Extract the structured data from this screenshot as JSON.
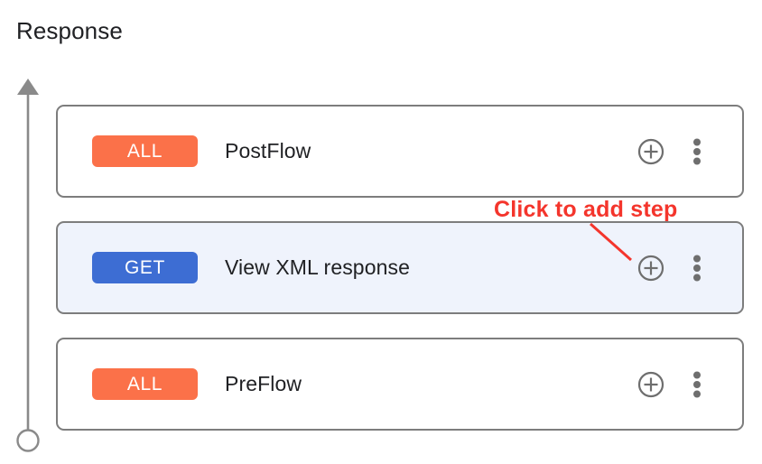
{
  "page": {
    "title": "Response",
    "background_color": "#ffffff"
  },
  "flow_axis": {
    "name": "flow-direction-arrow",
    "direction": "up",
    "line_color": "#8a8a8a",
    "start_marker": "hollow-circle",
    "end_marker": "arrowhead"
  },
  "colors": {
    "badge_all": "#fb7149",
    "badge_get": "#3d6dd3",
    "card_border": "#7d7d7d",
    "selected_row_background": "#eff3fc",
    "icon_gray": "#6e6e6e",
    "annotation_red": "#f4352c",
    "text_primary": "#202124"
  },
  "steps": [
    {
      "badge": "ALL",
      "badge_type": "all",
      "label": "PostFlow",
      "selected": false,
      "add_icon": "plus-circle-icon",
      "menu_icon": "kebab-menu-icon"
    },
    {
      "badge": "GET",
      "badge_type": "get",
      "label": "View XML response",
      "selected": true,
      "add_icon": "plus-circle-icon",
      "menu_icon": "kebab-menu-icon"
    },
    {
      "badge": "ALL",
      "badge_type": "all",
      "label": "PreFlow",
      "selected": false,
      "add_icon": "plus-circle-icon",
      "menu_icon": "kebab-menu-icon"
    }
  ],
  "annotation": {
    "text": "Click to add step",
    "color": "#f4352c",
    "pointer": "arrow-line",
    "points_to": "add-step-icon-row-2"
  }
}
